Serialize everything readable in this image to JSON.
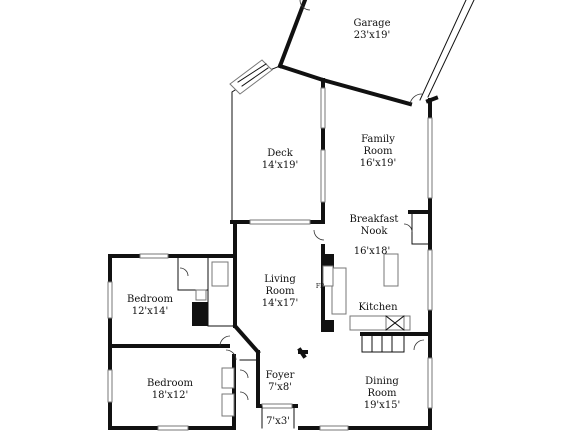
{
  "rooms": {
    "garage": {
      "name": "Garage",
      "size": "23'x19'"
    },
    "family_room": {
      "name_line1": "Family",
      "name_line2": "Room",
      "size": "16'x19'"
    },
    "deck": {
      "name": "Deck",
      "size": "14'x19'"
    },
    "breakfast_nook": {
      "name_line1": "Breakfast",
      "name_line2": "Nook",
      "size": "16'x18'"
    },
    "living_room": {
      "name_line1": "Living",
      "name_line2": "Room",
      "size": "14'x17'"
    },
    "kitchen": {
      "name": "Kitchen"
    },
    "bedroom_upper": {
      "name": "Bedroom",
      "size": "12'x14'"
    },
    "bedroom_lower": {
      "name": "Bedroom",
      "size": "18'x12'"
    },
    "foyer": {
      "name": "Foyer",
      "size": "7'x8'"
    },
    "entry": {
      "size": "7'x3'"
    },
    "dining_room": {
      "name_line1": "Dining",
      "name_line2": "Room",
      "size": "19'x15'"
    }
  },
  "labels": {
    "fireplace": "FP"
  },
  "colors": {
    "wall": "#111111",
    "window": "#777777",
    "background": "#ffffff"
  }
}
